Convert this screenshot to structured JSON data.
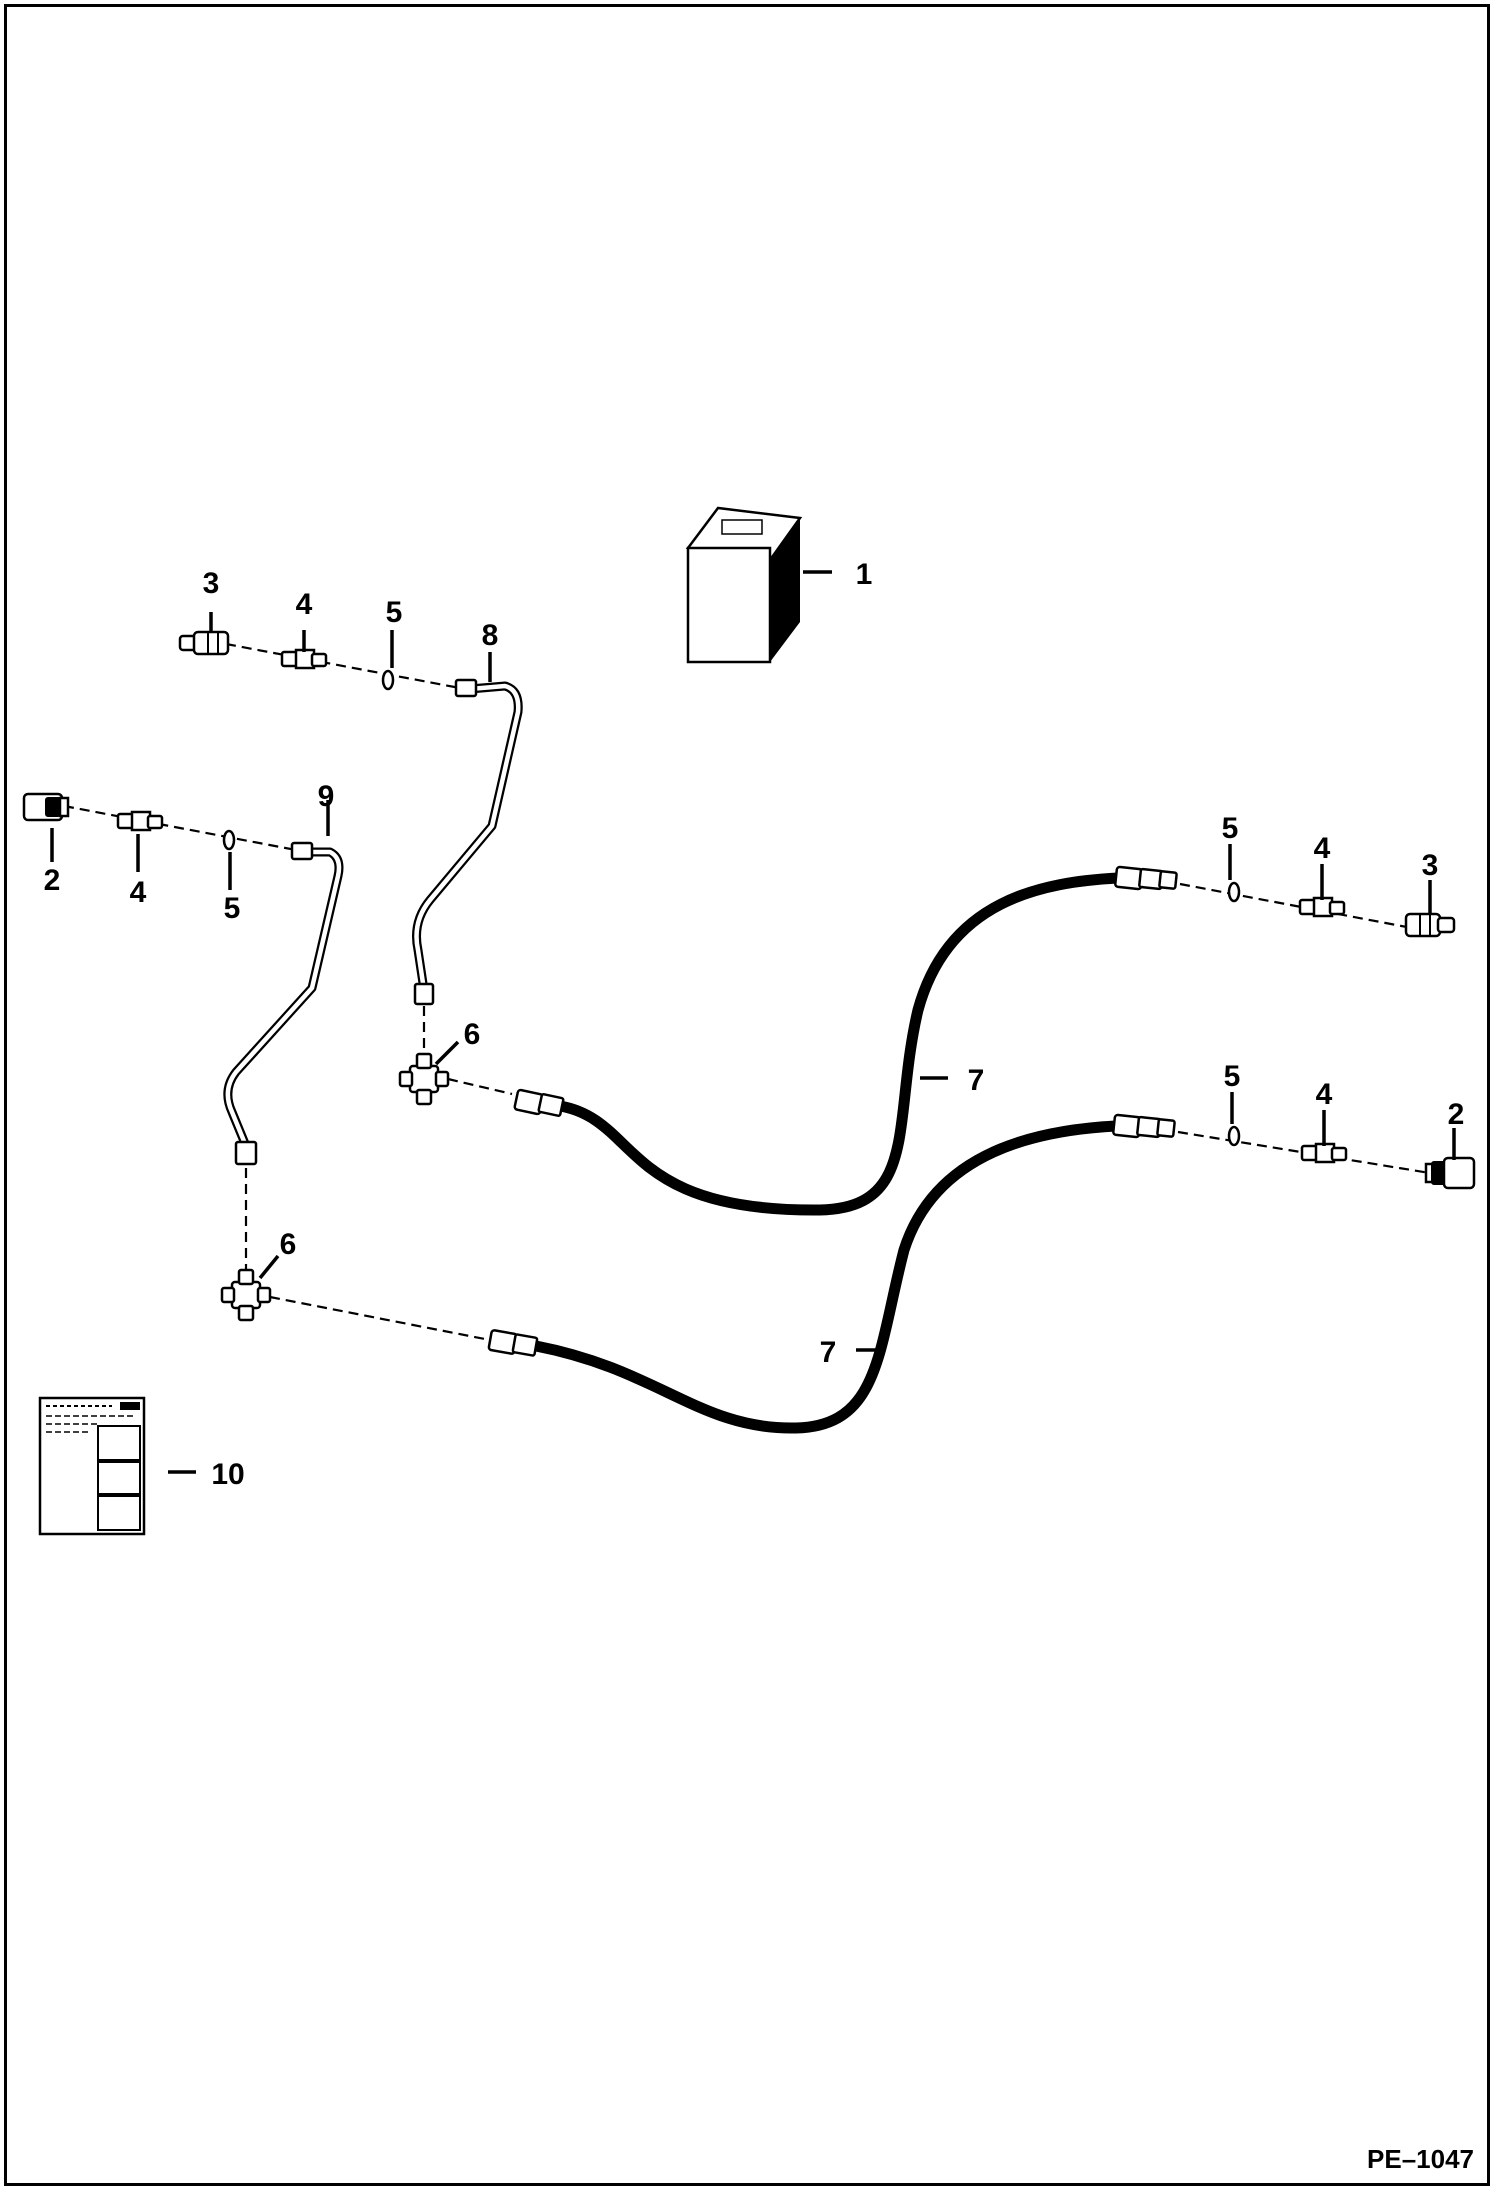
{
  "drawing_number": "PE–1047",
  "callouts": {
    "c1": "1",
    "c2_left": "2",
    "c2_right": "2",
    "c3_left": "3",
    "c3_right": "3",
    "c4_top": "4",
    "c4_left": "4",
    "c4_right_upper": "4",
    "c4_right_lower": "4",
    "c5_top": "5",
    "c5_left": "5",
    "c5_right_upper": "5",
    "c5_right_lower": "5",
    "c6_upper": "6",
    "c6_lower": "6",
    "c7_upper": "7",
    "c7_lower": "7",
    "c8": "8",
    "c9": "9",
    "c10": "10"
  }
}
